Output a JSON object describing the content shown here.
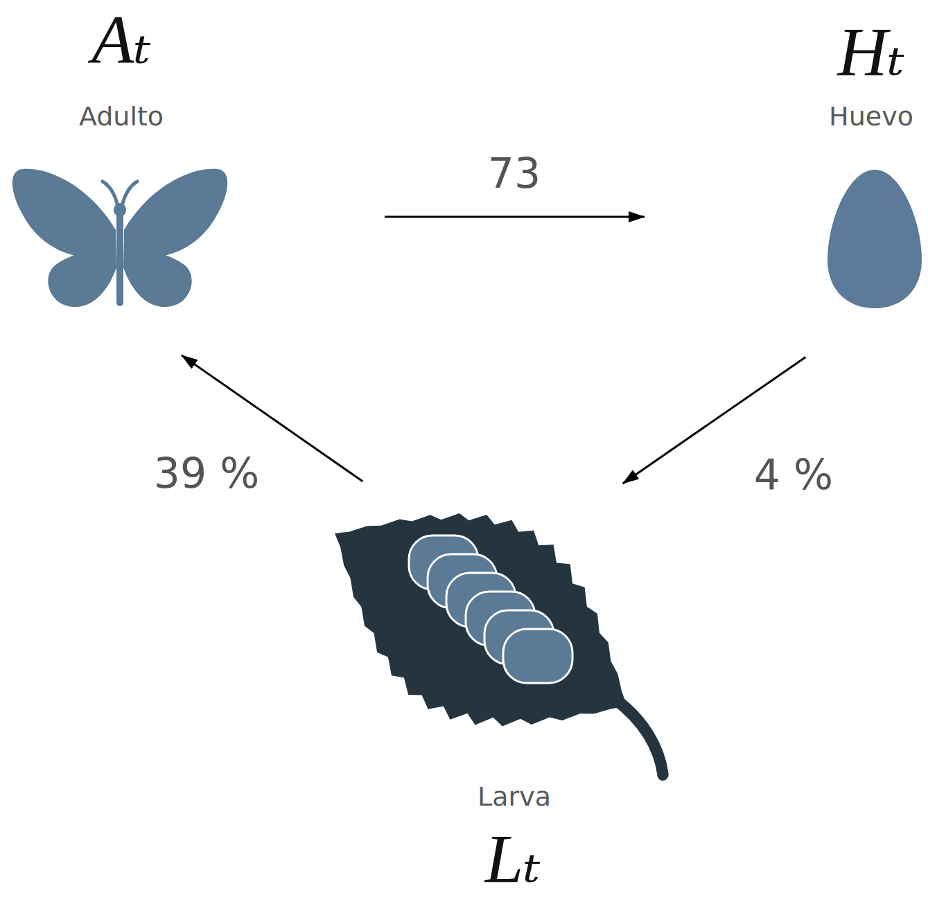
{
  "diagram": {
    "nodes": [
      {
        "text": [
          "Aₜ",
          "Adulto"
        ]
      },
      {
        "text": [
          "Hₜ",
          "Huevo"
        ]
      },
      {
        "text": [
          "Larva",
          "Lₜ"
        ]
      }
    ],
    "edges": [
      {
        "from": 0,
        "to": 1,
        "label": "73",
        "arrow": "to"
      },
      {
        "from": 1,
        "to": 2,
        "label": "4 %",
        "arrow": "to"
      },
      {
        "from": 2,
        "to": 0,
        "label": "39 %",
        "arrow": "to"
      }
    ]
  }
}
